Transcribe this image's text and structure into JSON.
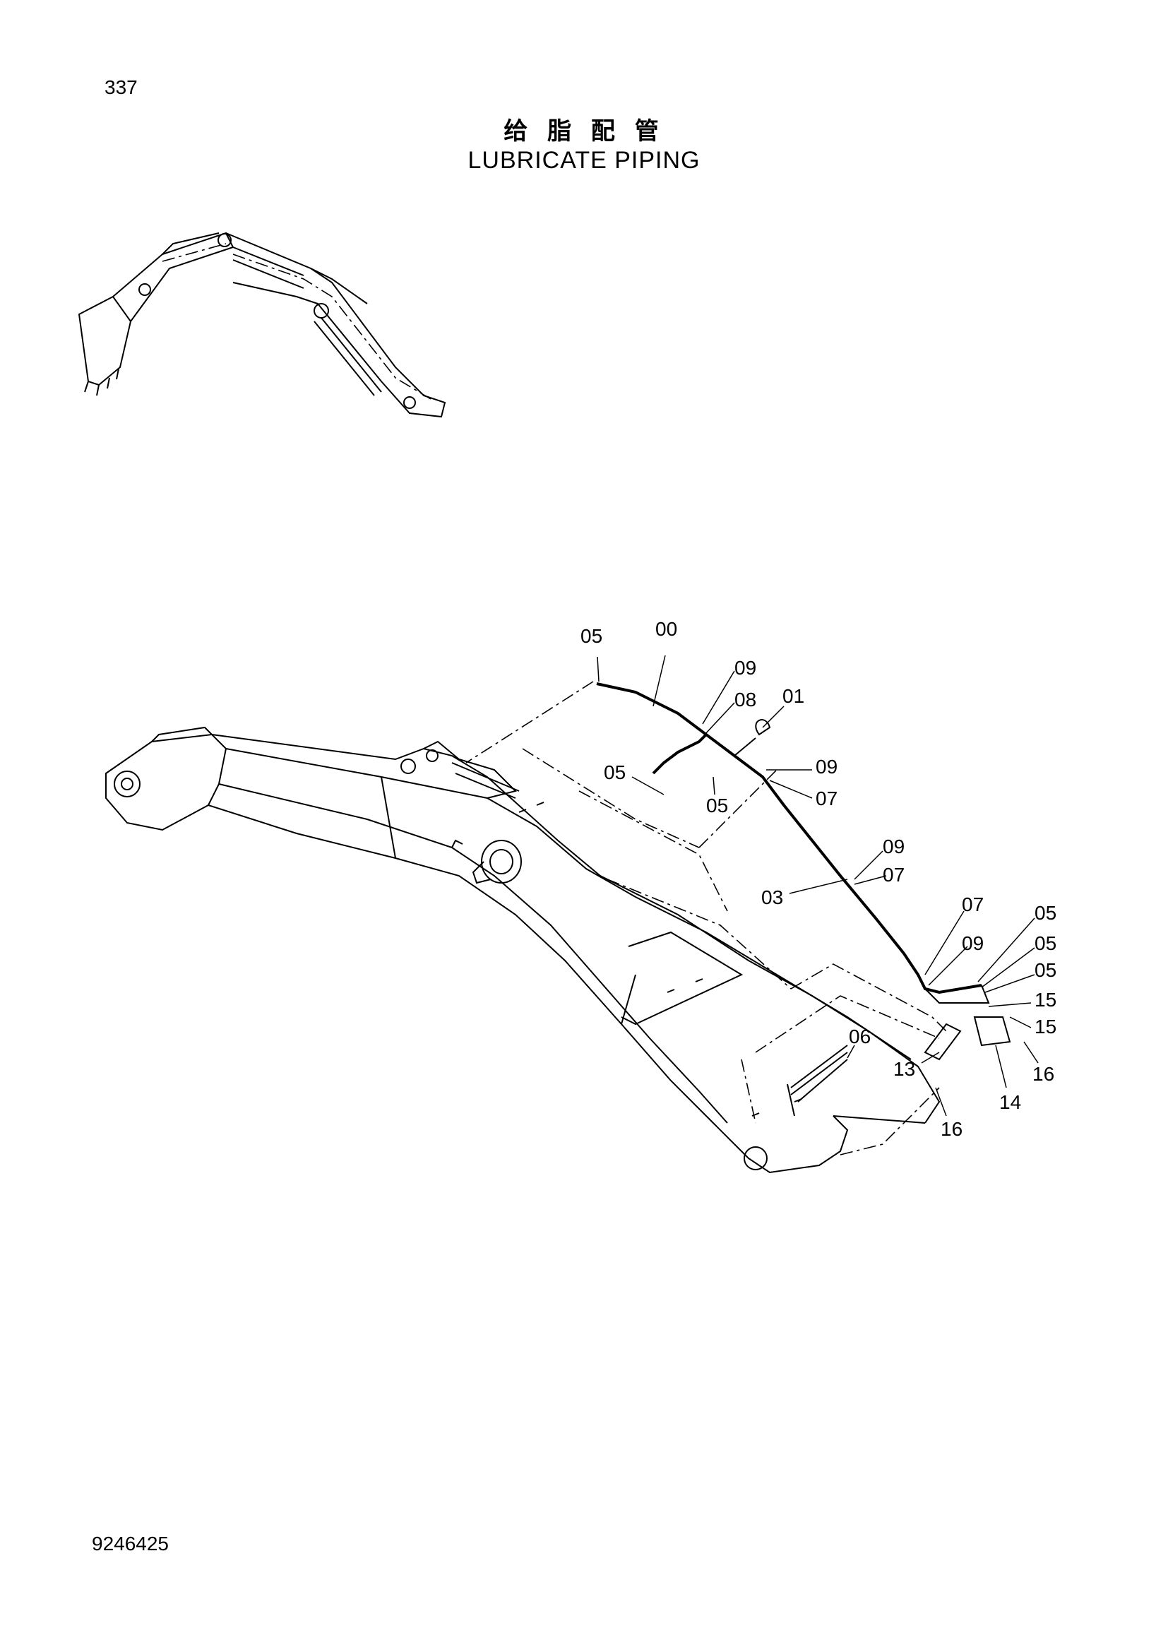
{
  "page": {
    "page_number": "337",
    "title_cn": "给 脂 配 管",
    "title_en": "LUBRICATE PIPING",
    "document_number": "9246425"
  },
  "callouts": [
    "05",
    "00",
    "09",
    "08",
    "01",
    "05",
    "09",
    "05",
    "07",
    "09",
    "03",
    "07",
    "07",
    "05",
    "09",
    "05",
    "05",
    "15",
    "15",
    "06",
    "13",
    "16",
    "14",
    "16"
  ]
}
